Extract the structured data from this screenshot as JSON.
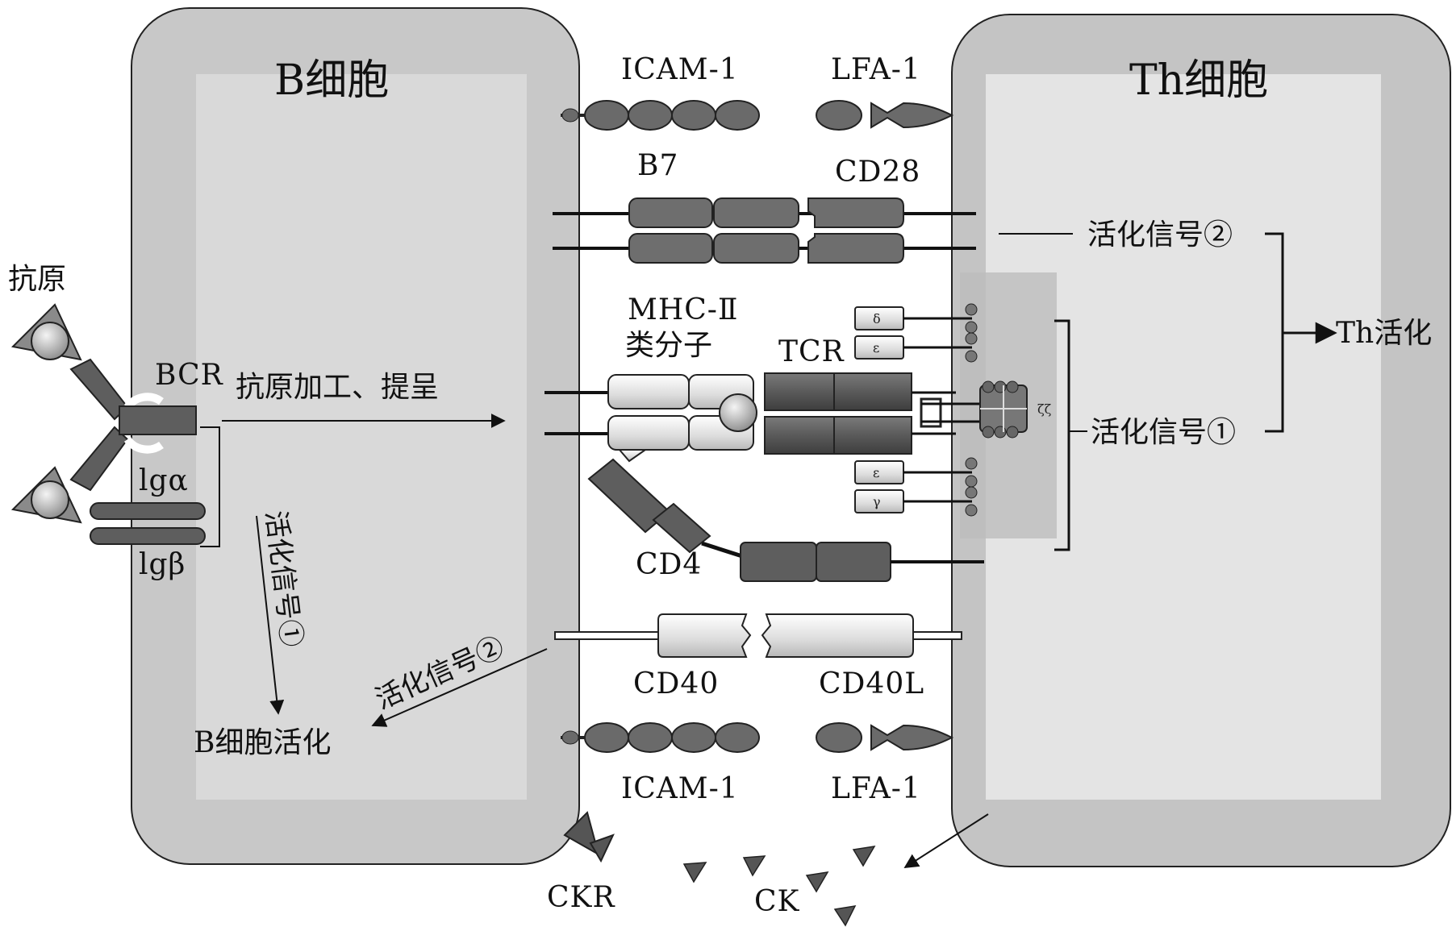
{
  "b_cell": {
    "title": "B细胞",
    "activation": "B细胞活化"
  },
  "th_cell": {
    "title": "Th细胞",
    "activation": "Th活化"
  },
  "antigen": "抗原",
  "bcr": {
    "label": "BCR",
    "ig_alpha": "lgα",
    "ig_beta": "lgβ",
    "process": "抗原加工、提呈"
  },
  "molecules": {
    "icam_top": "ICAM-1",
    "lfa_top": "LFA-1",
    "b7": "B7",
    "cd28": "CD28",
    "mhc_line1": "MHC-Ⅱ",
    "mhc_line2": "类分子",
    "tcr": "TCR",
    "cd4": "CD4",
    "cd40": "CD40",
    "cd40l": "CD40L",
    "icam_bottom": "ICAM-1",
    "lfa_bottom": "LFA-1",
    "ckr": "CKR",
    "ck": "CK"
  },
  "cd3_subunits": [
    "δ",
    "ε",
    "ζζ",
    "ε",
    "γ"
  ],
  "signals": {
    "th_signal2": "活化信号②",
    "th_signal1": "活化信号①",
    "b_signal1": "活化信号①",
    "b_signal2": "活化信号②"
  },
  "colors": {
    "cell_outer": "#c8c8c8",
    "cell_inner": "#e2e2e2",
    "molecule_dark": "#5a5a5a",
    "molecule_mid": "#8a8a8a",
    "molecule_light": "#e6e6e6"
  }
}
